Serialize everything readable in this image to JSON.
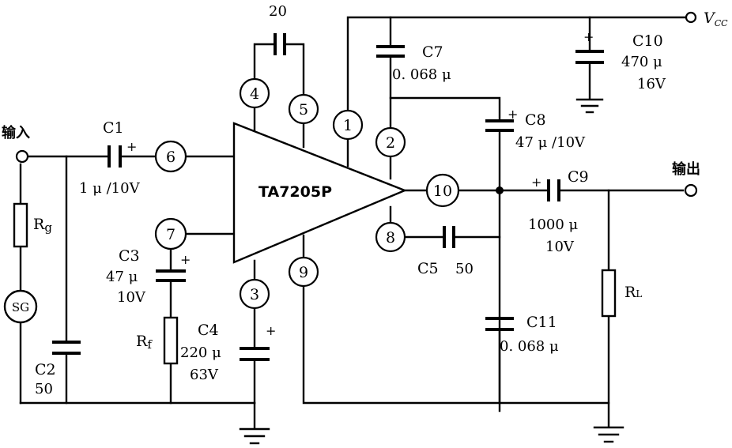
{
  "ic": {
    "name": "TA7205P"
  },
  "io": {
    "input": "输入",
    "output": "输出",
    "vcc_main": "V",
    "vcc_sub": "CC"
  },
  "source": {
    "label": "SG"
  },
  "pins": [
    "1",
    "2",
    "3",
    "4",
    "5",
    "6",
    "7",
    "8",
    "9",
    "10"
  ],
  "components": {
    "c1": {
      "name": "C1",
      "value": "1 μ /10V"
    },
    "c2": {
      "name": "C2",
      "value": "50"
    },
    "c3": {
      "name": "C3",
      "value1": "47 μ",
      "value2": "10V"
    },
    "c4": {
      "name": "C4",
      "value1": "220 μ",
      "value2": "63V"
    },
    "c5": {
      "name": "C5",
      "value": "50"
    },
    "c7": {
      "name": "C7",
      "value": "0. 068 μ"
    },
    "c8": {
      "name": "C8",
      "value": "47 μ /10V"
    },
    "c9": {
      "name": "C9",
      "value1": "1000 μ",
      "value2": "10V"
    },
    "c10": {
      "name": "C10",
      "value1": "470 μ",
      "value2": "16V"
    },
    "c11": {
      "name": "C11",
      "value": "0. 068 μ"
    },
    "c20": {
      "value": "20"
    },
    "rg": {
      "name": "R",
      "sub": "g"
    },
    "rf": {
      "name": "R",
      "sub": "f"
    },
    "rl": {
      "name": "R",
      "sub": "L"
    }
  },
  "polarity": "+"
}
